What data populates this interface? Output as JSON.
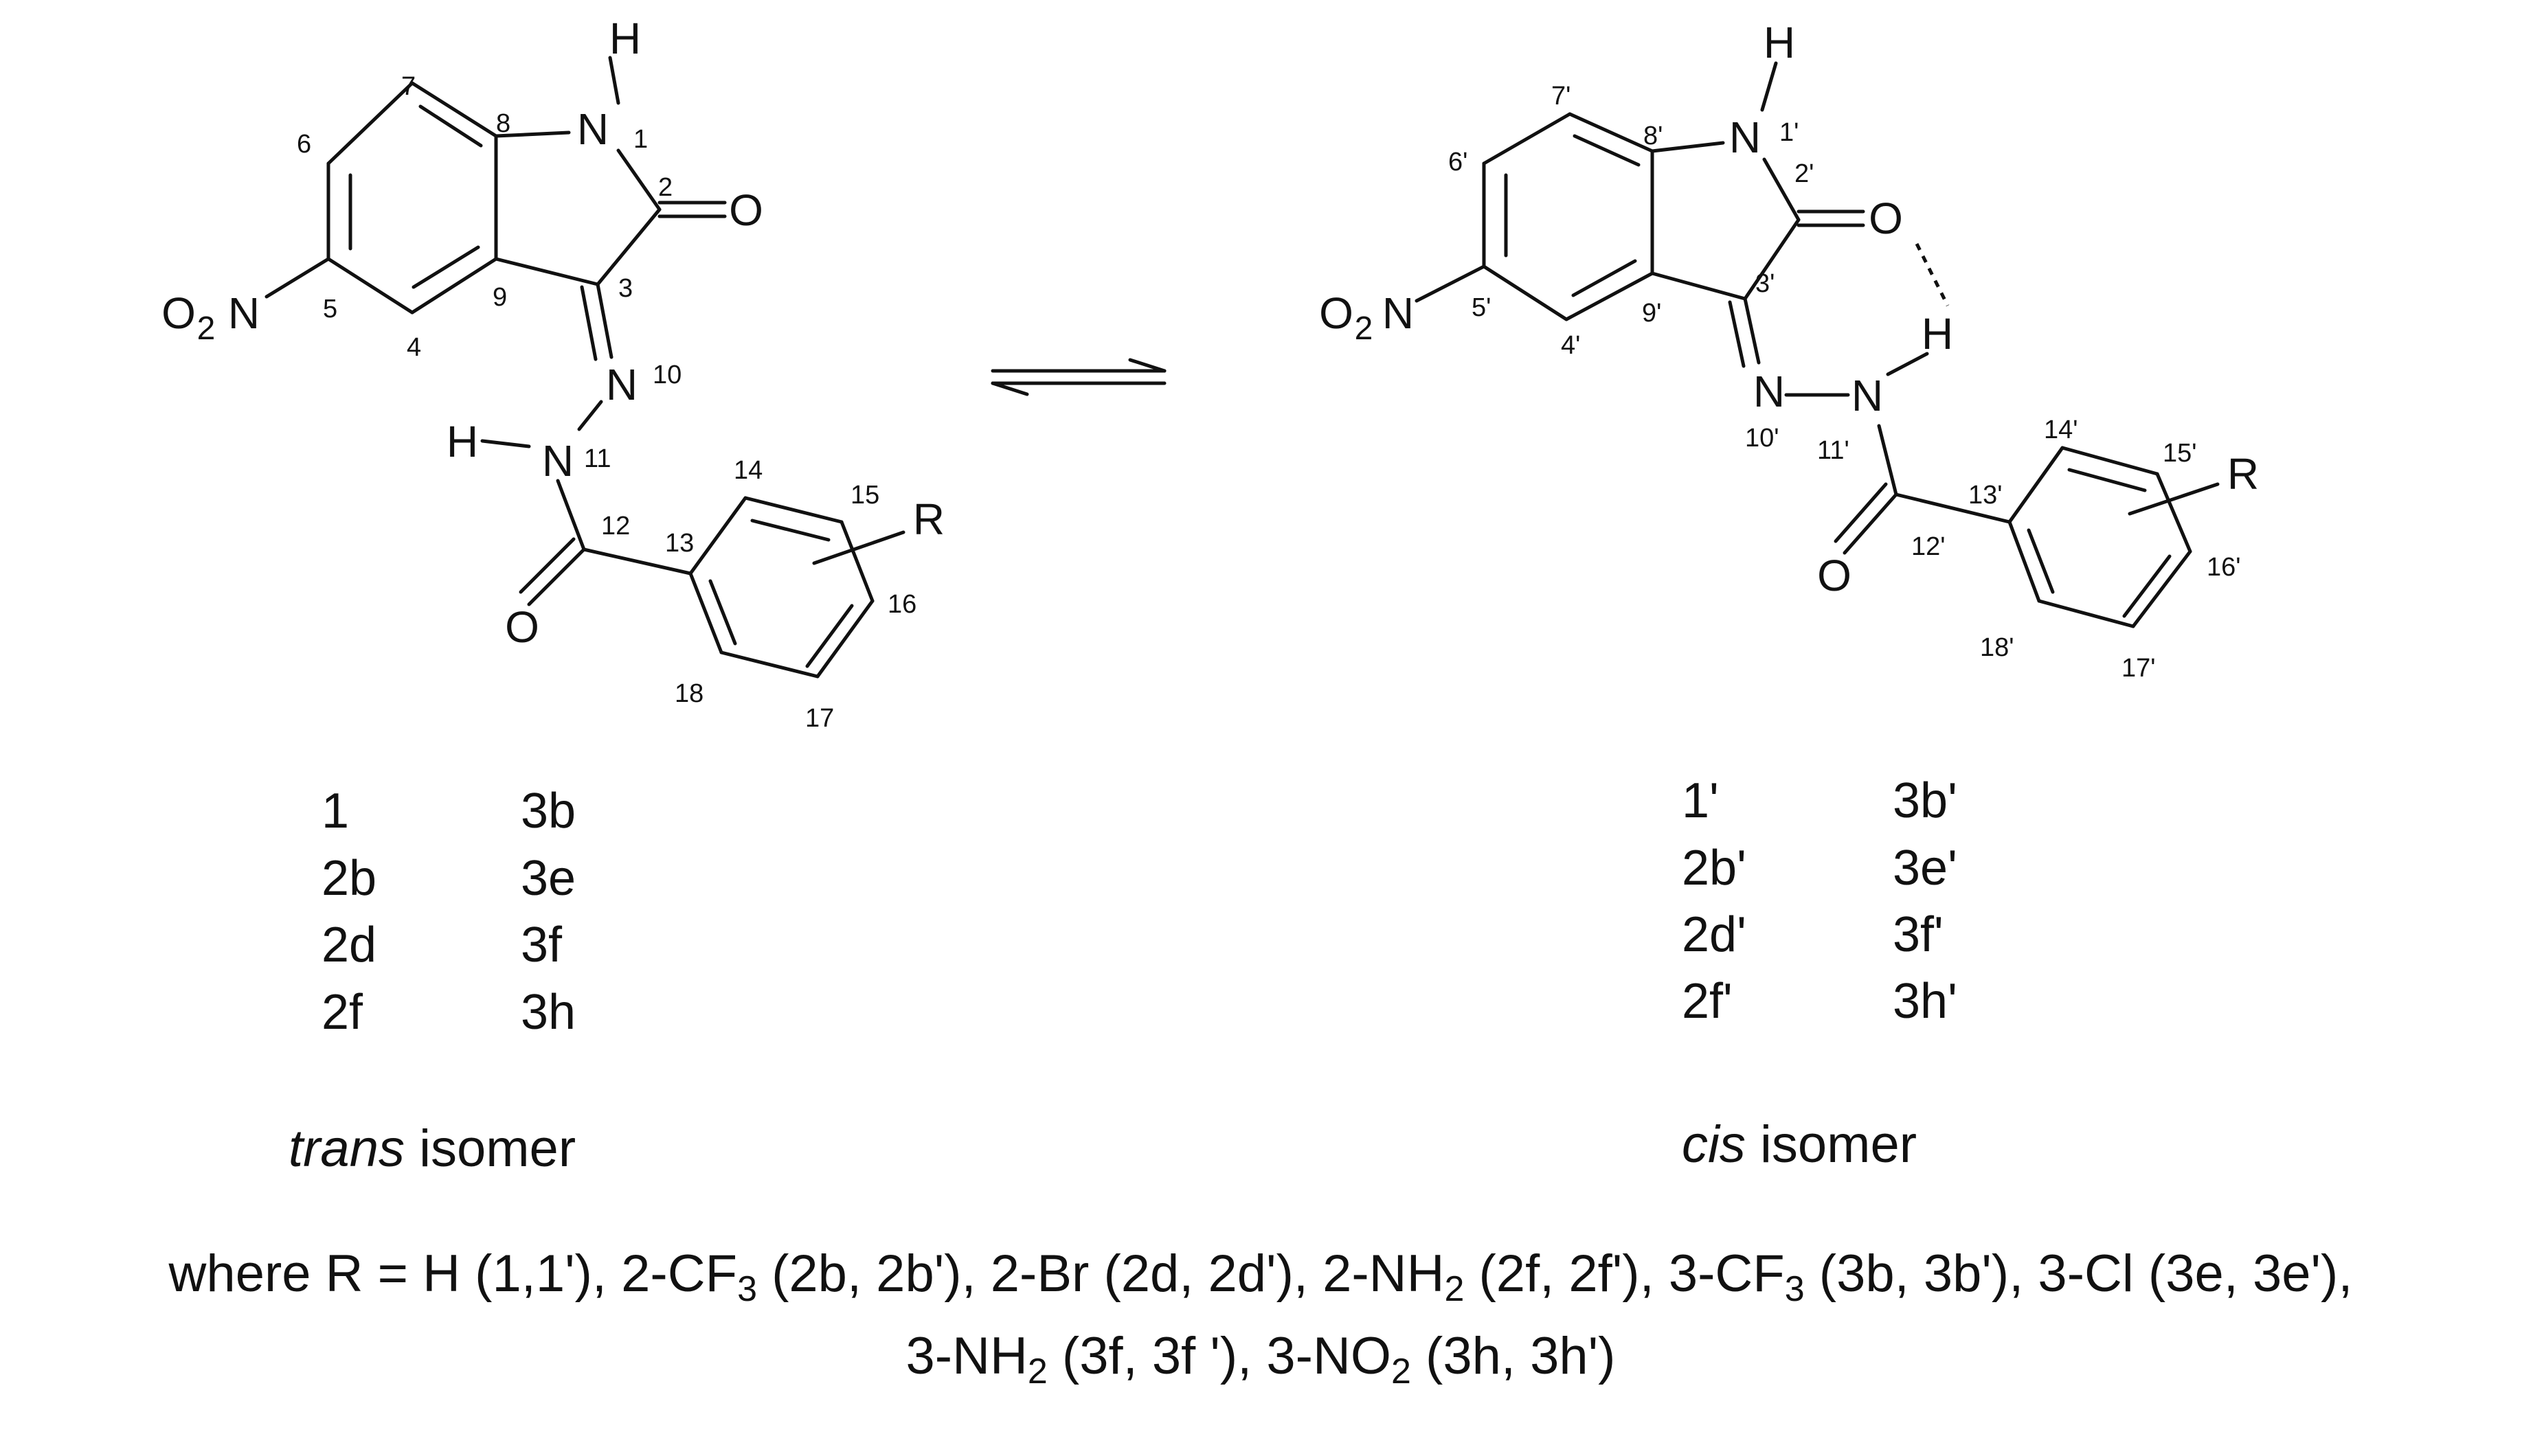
{
  "trans": {
    "atoms": {
      "H1": "H",
      "N1": "N",
      "O2": "O",
      "NO2_O": "O",
      "NO2_sub": "2",
      "NO2_N": "N",
      "N10": "N",
      "H11": "H",
      "N11": "N",
      "O12": "O",
      "R": "R"
    },
    "numbers": {
      "n1": "1",
      "n2": "2",
      "n3": "3",
      "n4": "4",
      "n5": "5",
      "n6": "6",
      "n7": "7",
      "n8": "8",
      "n9": "9",
      "n10": "10",
      "n11": "11",
      "n12": "12",
      "n13": "13",
      "n14": "14",
      "n15": "15",
      "n16": "16",
      "n17": "17",
      "n18": "18"
    },
    "compounds": [
      "1",
      "3b",
      "2b",
      "3e",
      "2d",
      "3f",
      "2f",
      "3h"
    ],
    "caption_italic": "trans",
    "caption_rest": " isomer"
  },
  "cis": {
    "atoms": {
      "H1": "H",
      "N1": "N",
      "O2": "O",
      "NO2_O": "O",
      "NO2_sub": "2",
      "NO2_N": "N",
      "N10": "N",
      "N11": "N",
      "H11": "H",
      "O12": "O",
      "R": "R"
    },
    "numbers": {
      "n1": "1'",
      "n2": "2'",
      "n3": "3'",
      "n4": "4'",
      "n5": "5'",
      "n6": "6'",
      "n7": "7'",
      "n8": "8'",
      "n9": "9'",
      "n10": "10'",
      "n11": "11'",
      "n12": "12'",
      "n13": "13'",
      "n14": "14'",
      "n15": "15'",
      "n16": "16'",
      "n17": "17'",
      "n18": "18'"
    },
    "compounds": [
      "1'",
      "3b'",
      "2b'",
      "3e'",
      "2d'",
      "3f'",
      "2f'",
      "3h'"
    ],
    "caption_italic": "cis",
    "caption_rest": " isomer"
  },
  "footnote": {
    "line1": {
      "a": "where R = H (1,1'), 2-CF",
      "a_sub": "3",
      "b": " (2b, 2b'), 2-Br (2d, 2d'), 2-NH",
      "b_sub": "2",
      "c": " (2f, 2f'), 3-CF",
      "c_sub": "3",
      "d": " (3b, 3b'), 3-Cl (3e, 3e'),"
    },
    "line2": {
      "a": "3-NH",
      "a_sub": "2",
      "b": " (3f, 3f '), 3-NO",
      "b_sub": "2",
      "c": " (3h, 3h')"
    }
  }
}
